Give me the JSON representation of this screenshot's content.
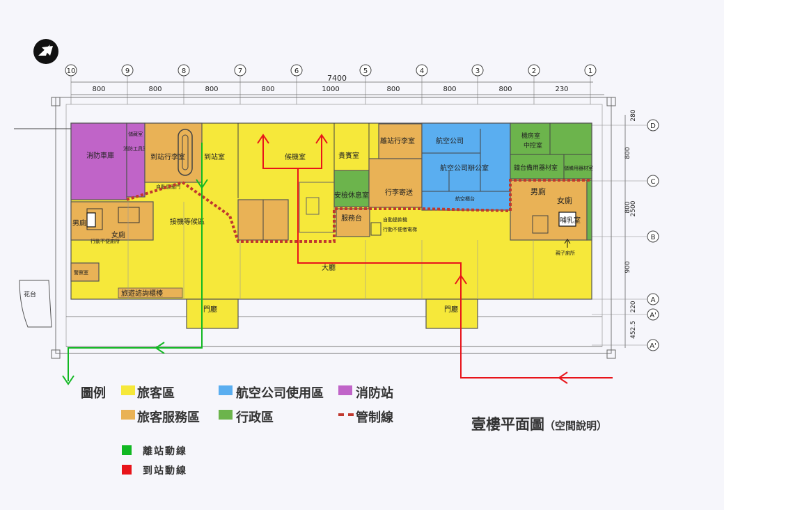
{
  "grid": {
    "columns": [
      "10",
      "9",
      "8",
      "7",
      "6",
      "5",
      "4",
      "3",
      "2",
      "1"
    ],
    "rows": [
      "D",
      "C",
      "B",
      "A",
      "A'",
      "A'"
    ],
    "total_width": "7400",
    "top_dims": [
      "800",
      "800",
      "800",
      "800",
      "1000",
      "800",
      "800",
      "800",
      "230"
    ],
    "right_dims": [
      "280",
      "800",
      "2500",
      "800",
      "900",
      "220",
      "452.5"
    ]
  },
  "rooms": {
    "fire_garage": "消防車庫",
    "storage": "儲藏室",
    "fire_tools": "消防工具室",
    "arrival_baggage": "到站行李室",
    "arrival_room": "到站室",
    "auto_doors": "自動感應門",
    "waiting_hall": "接機等候區",
    "departure_lounge": "候機室",
    "vip": "貴賓室",
    "departure_baggage": "離站行李室",
    "security_rest": "安檢休息室",
    "baggage_checkin": "行李寄送",
    "service_desk": "服務台",
    "airline": "航空公司",
    "airline_office": "航空公司辦公室",
    "airline_counter": "航空櫃台",
    "engine_room": "機房室",
    "central_control": "中控室",
    "equipment": "鐘台備用器材室",
    "equipment2": "儲備用器材室",
    "male_wc": "男廁",
    "female_wc": "女廁",
    "accessible_wc": "行動不便廁所",
    "nursing": "哺乳室",
    "family_wc": "親子廁所",
    "main_hall": "大廳",
    "info_counter": "旅遊諮詢櫃檯",
    "gate": "門廳",
    "duty_office": "警察室",
    "flower_bed": "花台",
    "atm": "自動提款機",
    "phone": "行動不便者電梯"
  },
  "legend": {
    "title": "圖例",
    "items": [
      {
        "label": "旅客區",
        "color": "#f6e83a"
      },
      {
        "label": "航空公司使用區",
        "color": "#5aaef0"
      },
      {
        "label": "消防站",
        "color": "#c064c8"
      },
      {
        "label": "旅客服務區",
        "color": "#e9b256"
      },
      {
        "label": "行政區",
        "color": "#6cb44c"
      },
      {
        "label": "管制線",
        "color": "#c0382e"
      }
    ]
  },
  "routes": {
    "departure": {
      "label": "離站動線",
      "color": "#11b822"
    },
    "arrival": {
      "label": "到站動線",
      "color": "#e8141a"
    }
  },
  "title": {
    "main": "壹樓平面圖",
    "sub": "（空間說明）"
  }
}
